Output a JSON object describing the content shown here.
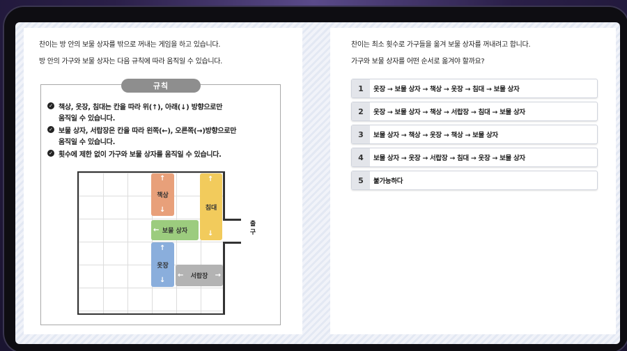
{
  "question_left": {
    "line1": "찬이는 방 안의 보물 상자를 밖으로 꺼내는 게임을 하고 있습니다.",
    "line2": "방 안의 가구와 보물 상자는 다음 규칙에 따라 움직일 수 있습니다."
  },
  "rules": {
    "title": "규칙",
    "items": [
      {
        "line1": "책상, 옷장, 침대는 칸을 따라 위(↑), 아래(↓) 방향으로만",
        "line2": "움직일 수 있습니다."
      },
      {
        "line1": "보물 상자, 서랍장은 칸을 따라 왼쪽(←), 오른쪽(→)방향으로만",
        "line2": "움직일 수 있습니다."
      },
      {
        "line1": "횟수에 제한 없이 가구와 보물 상자를 움직일 수 있습니다.",
        "line2": ""
      }
    ],
    "check_glyph": "✓"
  },
  "board": {
    "exit_label": [
      "출",
      "구"
    ],
    "pieces": {
      "desk": {
        "label": "책상",
        "color": "#e8a07a"
      },
      "bed": {
        "label": "침대",
        "color": "#f2cb5c"
      },
      "treasure": {
        "label": "보물 상자",
        "color": "#9ccc7e"
      },
      "closet": {
        "label": "옷장",
        "color": "#8aaedc"
      },
      "drawer": {
        "label": "서랍장",
        "color": "#b3b3b3"
      }
    },
    "arrows": {
      "up": "↑",
      "down": "↓",
      "left": "←",
      "right": "→"
    }
  },
  "question_right": {
    "line1": "찬이는 최소 횟수로 가구들을 옮겨 보물 상자를 꺼내려고 합니다.",
    "line2": "가구와 보물 상자를 어떤 순서로 옮겨야 할까요?"
  },
  "options": [
    {
      "num": "1",
      "text": "옷장 → 보물 상자 → 책상 → 옷장 → 침대 → 보물 상자"
    },
    {
      "num": "2",
      "text": "옷장 → 보물 상자 → 책상 → 서랍장 → 침대 → 보물 상자"
    },
    {
      "num": "3",
      "text": "보물 상자 → 책상 → 옷장 → 책상 → 보물 상자"
    },
    {
      "num": "4",
      "text": "보물 상자 → 옷장 → 서랍장 → 침대 → 옷장 → 보물 상자"
    },
    {
      "num": "5",
      "text": "불가능하다"
    }
  ]
}
